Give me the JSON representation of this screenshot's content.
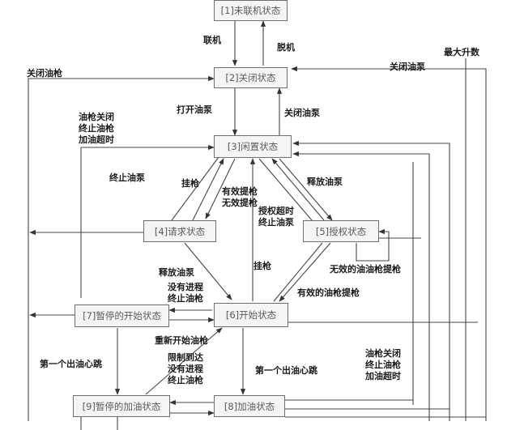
{
  "states": {
    "s1": "[1]未联机状态",
    "s2": "[2]关闭状态",
    "s3": "[3]闲置状态",
    "s4": "[4]请求状态",
    "s5": "[5]授权状态",
    "s6": "[6]开始状态",
    "s7": "[7]暂停的开始状态",
    "s8": "[8]加油状态",
    "s9": "[9]暂停的加油状态"
  },
  "transitions": {
    "online": "联机",
    "offline": "脱机",
    "close_nozzle_left": "关闭油枪",
    "close_pump_right": "关闭油泵",
    "max_liters": "最大升数",
    "open_pump": "打开油泵",
    "close_pump": "关闭油泵",
    "timeout_group": [
      "油枪关闭",
      "终止油枪",
      "加油超时"
    ],
    "stop_pump": "终止油泵",
    "hang_nozzle": "挂枪",
    "valid_invalid_lift": [
      "有效提枪",
      "无效提枪"
    ],
    "auth_stop_pump": [
      "授权超时",
      "终止油泵"
    ],
    "release_pump_top": "释放油泵",
    "invalid_lift": "无效的油油枪提枪",
    "hang_nozzle_mid": "挂枪",
    "release_pump_mid": "释放油泵",
    "no_progress_stop": [
      "没有进程",
      "终止油枪"
    ],
    "valid_lift": "有效的油枪提枪",
    "restart_nozzle": "重新开始油枪",
    "first_heartbeat_left": "第一个出油心跳",
    "limit_reached_group": [
      "限制到达",
      "没有进程",
      "终止油枪"
    ],
    "first_heartbeat_mid": "第一个出油心跳",
    "timeout_group_right": [
      "油枪关闭",
      "终止油枪",
      "加油超时"
    ]
  }
}
